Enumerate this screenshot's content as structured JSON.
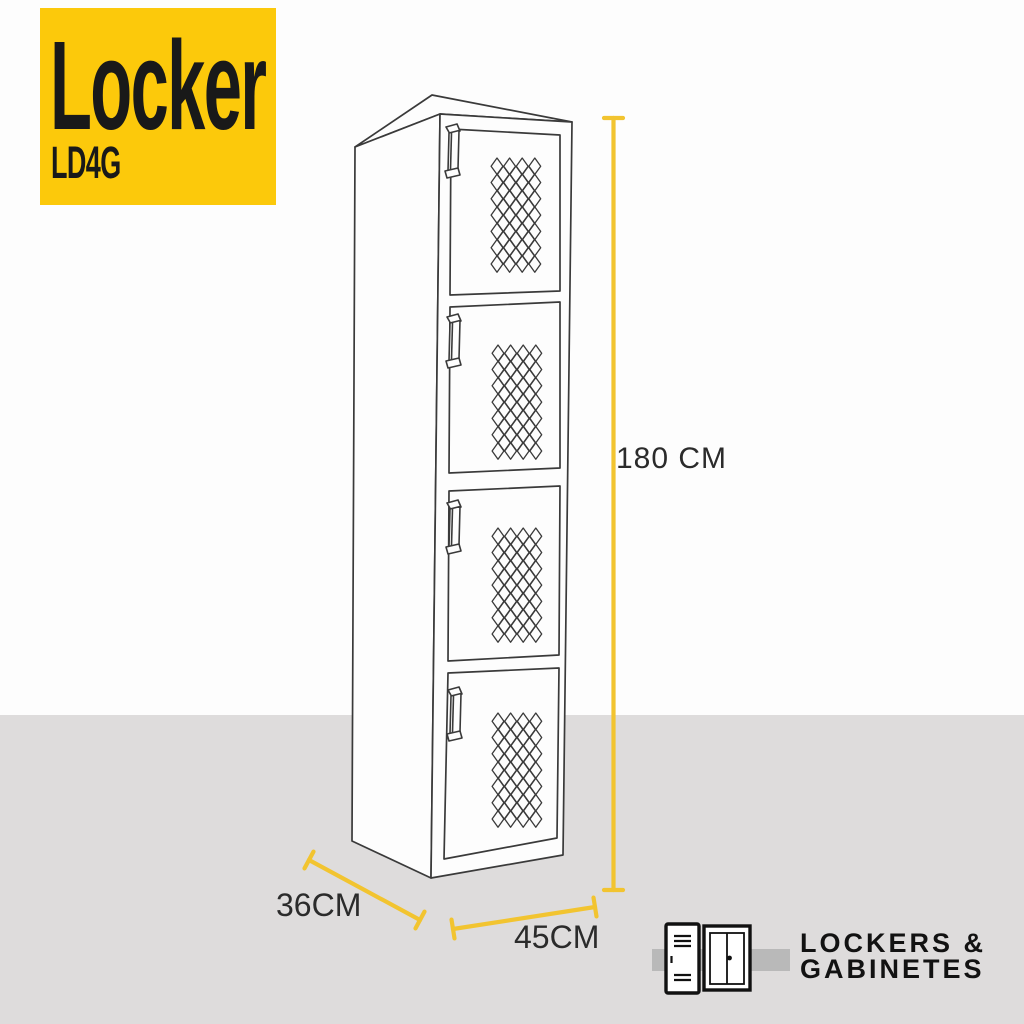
{
  "brand": {
    "name": "Locker",
    "model": "LD4G"
  },
  "dimensions": {
    "height": "180 CM",
    "depth": "36CM",
    "width": "45CM"
  },
  "illustration": {
    "doors": 4,
    "vent_style": "diamond perforations",
    "handle_style": "vertical pull handle"
  },
  "footer_logo": {
    "line1": "LOCKERS &",
    "line2": "GABINETES"
  },
  "colors": {
    "brand_yellow": "#FCC90B",
    "dimension_yellow": "#F2C430",
    "drawing_line": "#3A3A3A",
    "floor_gray": "#DEDCDC",
    "logo_bar_gray": "#B9B9B9",
    "text_dark": "#2B2B2B"
  }
}
